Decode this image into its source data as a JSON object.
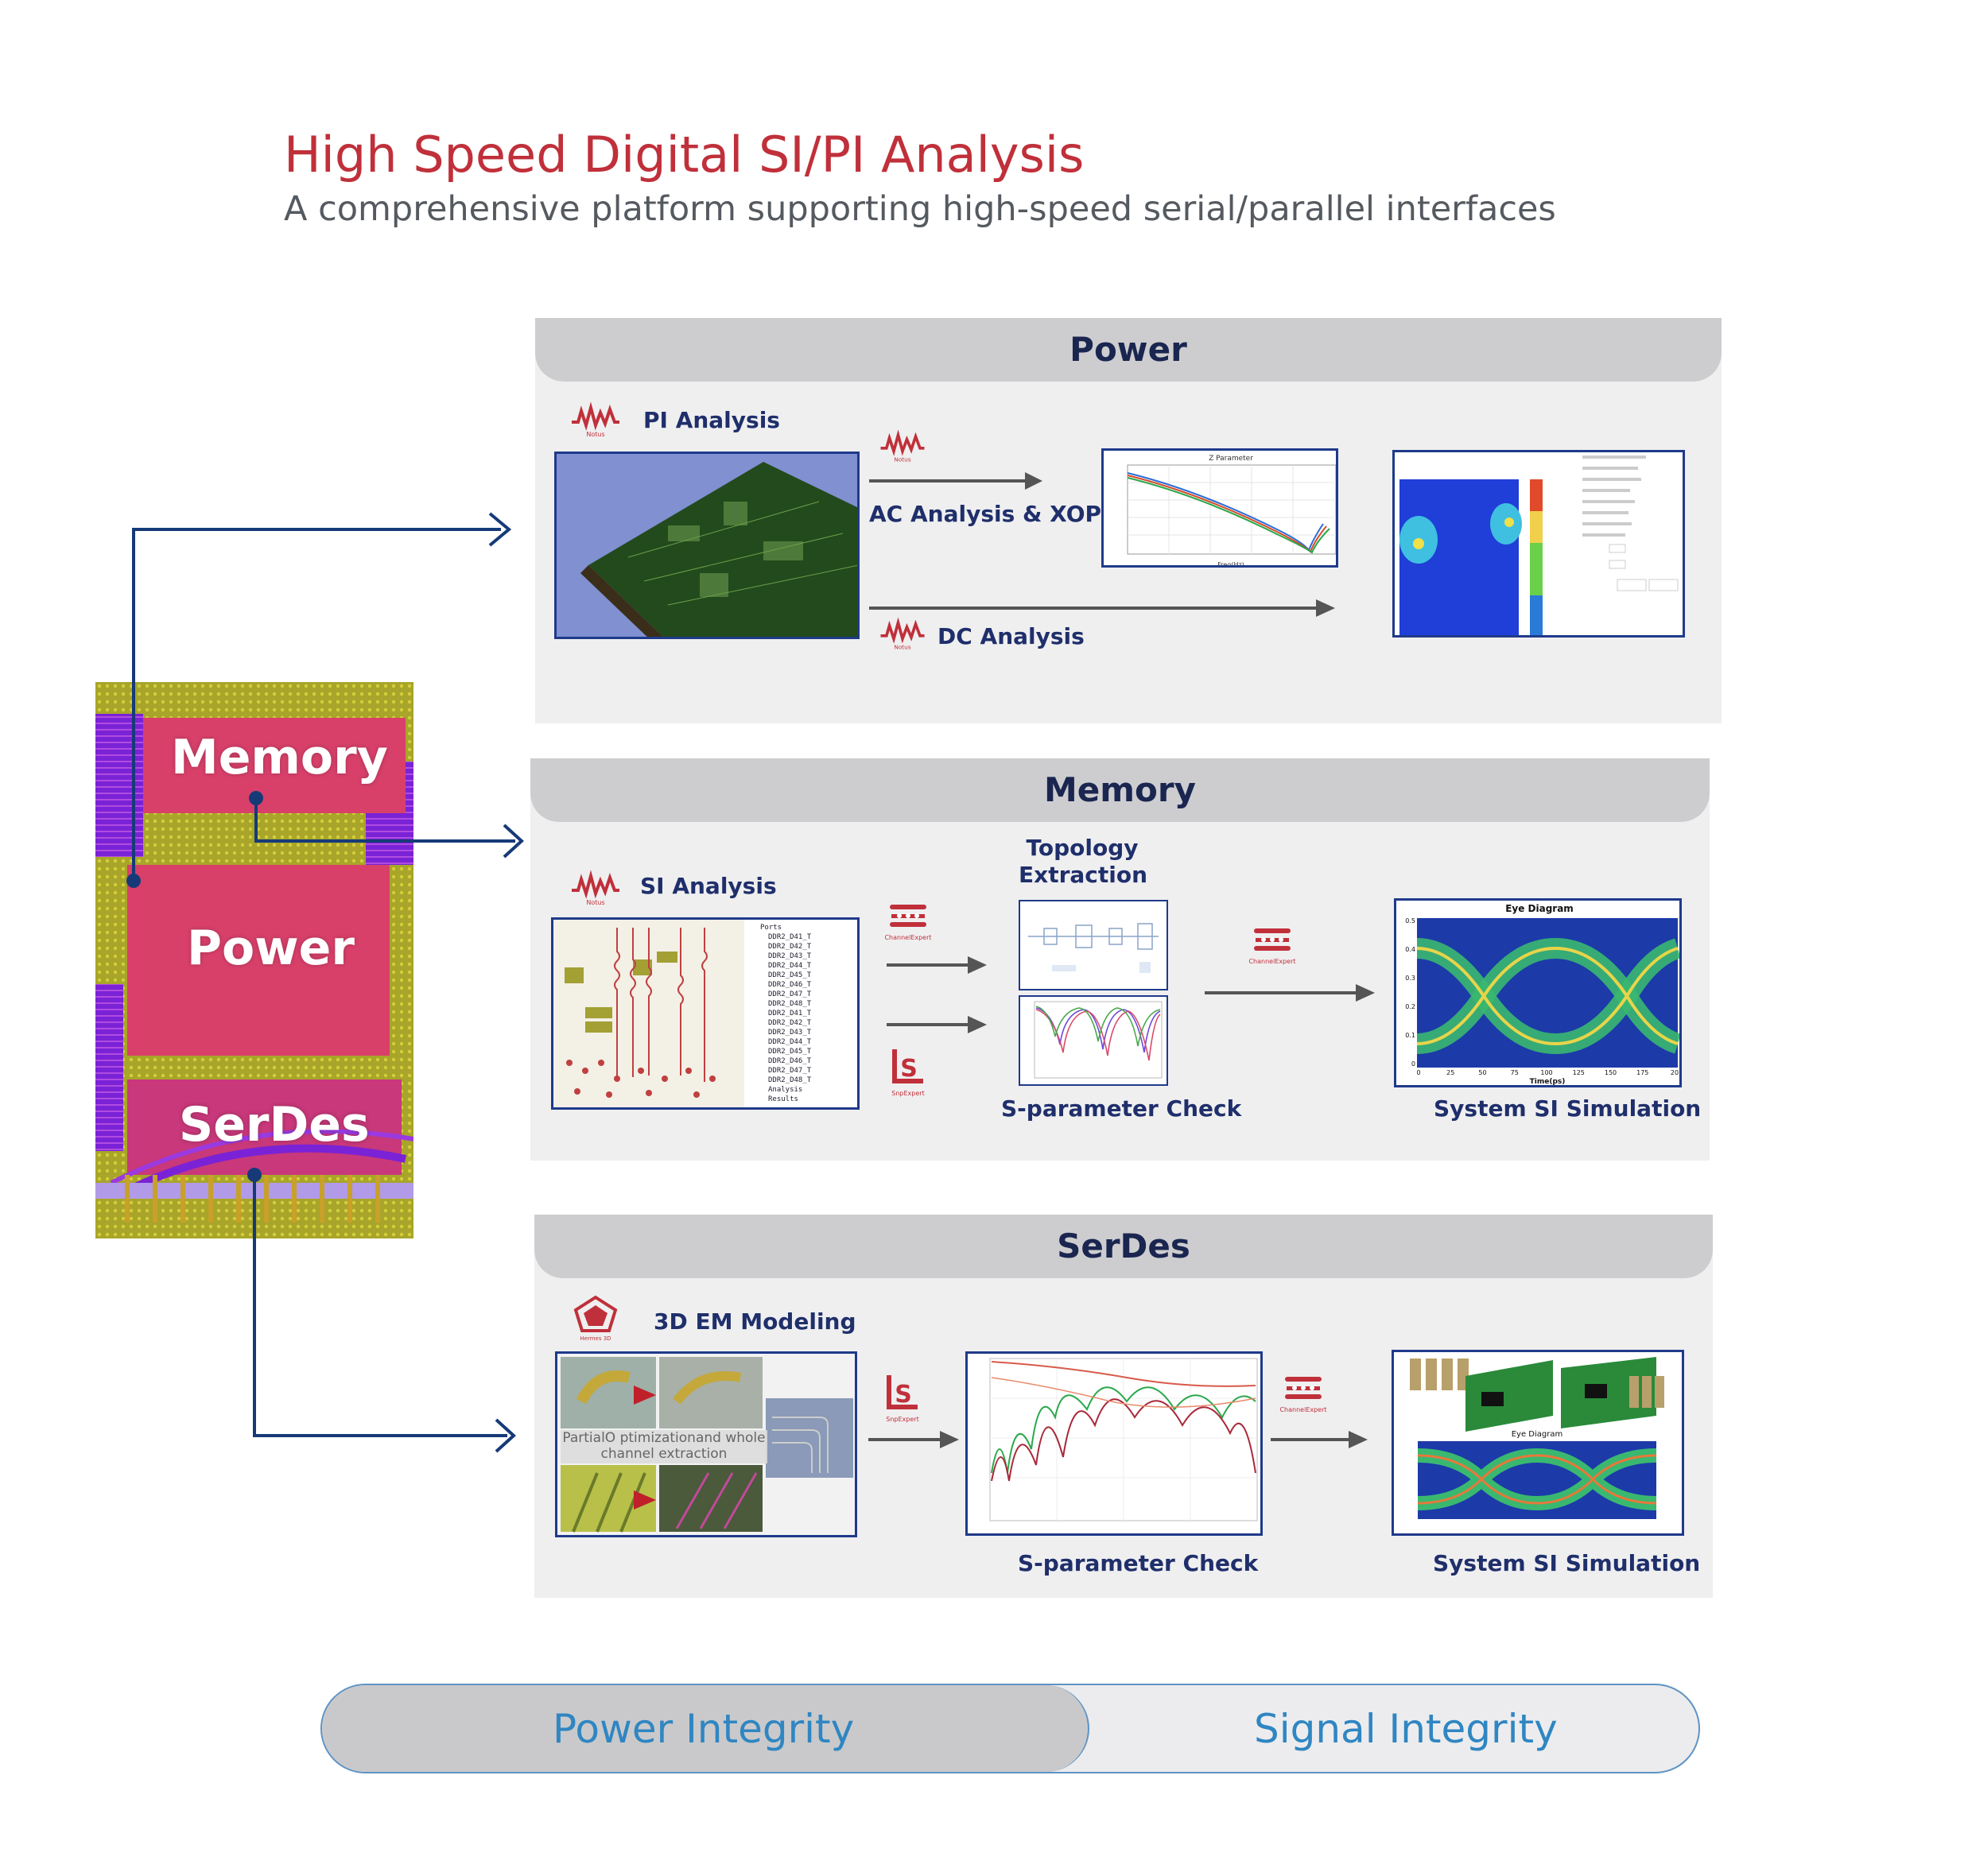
{
  "header": {
    "title": "High Speed Digital SI/PI Analysis",
    "subtitle": "A comprehensive platform supporting high-speed serial/parallel interfaces"
  },
  "chip": {
    "memory_label": "Memory",
    "power_label": "Power",
    "serdes_label": "SerDes"
  },
  "panels": {
    "power": {
      "heading": "Power",
      "pi_analysis": "PI Analysis",
      "ac_analysis": "AC Analysis & XOPI",
      "dc_analysis": "DC Analysis",
      "z_param_title": "Z Parameter",
      "z_param_xlabel": "Freq(Hz)"
    },
    "memory": {
      "heading": "Memory",
      "si_analysis": "SI Analysis",
      "topology_line1": "Topology",
      "topology_line2": "Extraction",
      "sparam_check": "S-parameter Check",
      "system_si": "System SI Simulation",
      "eye_title": "Eye Diagram",
      "eye_xlabel": "Time(ps)",
      "eye_yticks": [
        "0.5",
        "0.4",
        "0.3",
        "0.2",
        "0.1",
        "0"
      ],
      "eye_xticks": [
        "0",
        "25",
        "50",
        "75",
        "100",
        "125",
        "150",
        "175",
        "20"
      ],
      "tree_header": "Ports",
      "tree_items": [
        "DDR2_D41_T",
        "DDR2_D42_T",
        "DDR2_D43_T",
        "DDR2_D44_T",
        "DDR2_D45_T",
        "DDR2_D46_T",
        "DDR2_D47_T",
        "DDR2_D48_T",
        "DDR2_D41_T",
        "DDR2_D42_T",
        "DDR2_D43_T",
        "DDR2_D44_T",
        "DDR2_D45_T",
        "DDR2_D46_T",
        "DDR2_D47_T",
        "DDR2_D48_T"
      ],
      "tree_footer1": "Analysis",
      "tree_footer2": "Results"
    },
    "serdes": {
      "heading": "SerDes",
      "em_modeling": "3D EM Modeling",
      "em_caption_line1": "PartialO ptimizationand whole",
      "em_caption_line2": "channel extraction",
      "sparam_check": "S-parameter Check",
      "system_si": "System SI Simulation",
      "eye_title": "Eye Diagram"
    }
  },
  "logos": {
    "notus": "Notus",
    "channel_expert": "ChannelExpert",
    "snp_expert": "SnpExpert",
    "hermes": "Hermes 3D"
  },
  "bottom_bar": {
    "left": "Power Integrity",
    "right": "Signal Integrity"
  },
  "colors": {
    "title_red": "#c0303a",
    "heading_navy": "#1a2650",
    "label_navy": "#1f2f6b",
    "connector_navy": "#163a78",
    "pill_blue": "#2f86c2"
  }
}
